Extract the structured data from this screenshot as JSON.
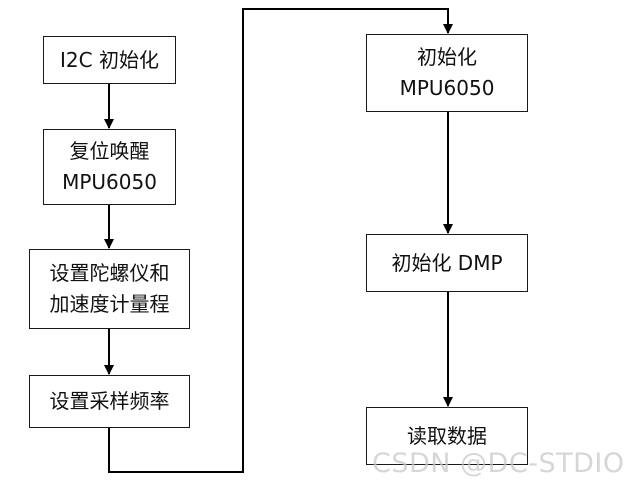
{
  "nodes": {
    "i2c_init": {
      "line1": "I2C 初始化"
    },
    "reset_wakeup": {
      "line1": "复位唤醒",
      "line2": "MPU6050"
    },
    "set_ranges": {
      "line1": "设置陀螺仪和",
      "line2": "加速度计量程"
    },
    "set_sample_rate": {
      "line1": "设置采样频率"
    },
    "init_mpu": {
      "line1": "初始化",
      "line2": "MPU6050"
    },
    "init_dmp": {
      "line1": "初始化 DMP"
    },
    "read_data": {
      "line1": "读取数据"
    }
  },
  "watermark": "CSDN @DC-STDIO"
}
